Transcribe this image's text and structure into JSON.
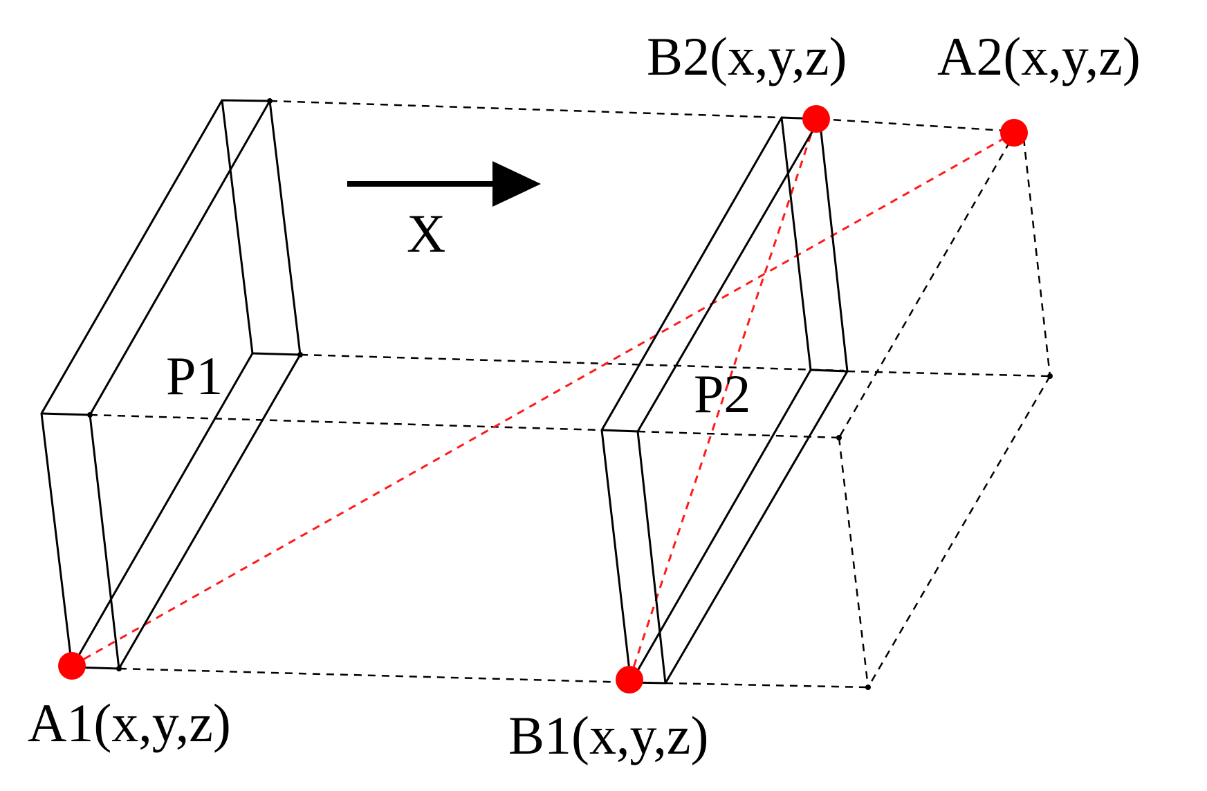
{
  "labels": {
    "p1": "P1",
    "p2": "P2",
    "direction": "X",
    "a1": "A1(x,y,z)",
    "b1": "B1(x,y,z)",
    "a2": "A2(x,y,z)",
    "b2": "B2(x,y,z)"
  },
  "colors": {
    "line": "#000000",
    "point": "#ff0000",
    "diagonal": "#ff1a1a"
  }
}
